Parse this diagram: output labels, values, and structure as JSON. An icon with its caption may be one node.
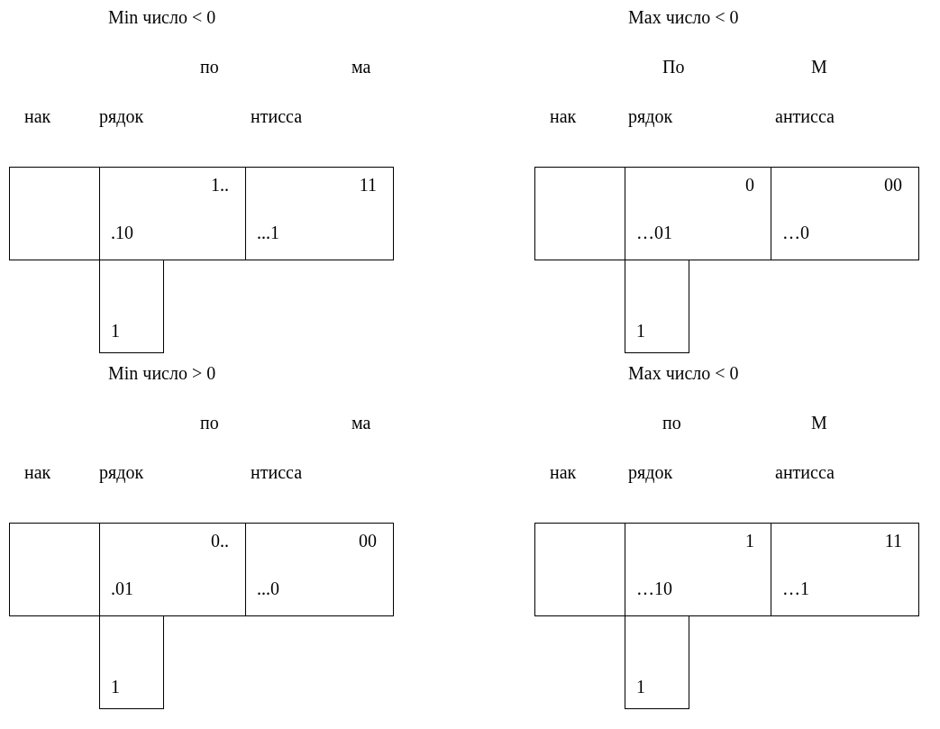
{
  "diagram": {
    "nodes": [
      {
        "text": [],
        "shape": "box"
      },
      {
        "text": [
          "1..",
          ".10"
        ]
      },
      {
        "text": [
          "11",
          "...1"
        ]
      },
      {
        "text": [
          "1"
        ]
      },
      {
        "text": [],
        "shape": "box"
      },
      {
        "text": [
          "0",
          "…01"
        ]
      },
      {
        "text": [
          "00",
          "…0"
        ]
      },
      {
        "text": [
          "1"
        ]
      },
      {
        "text": [],
        "shape": "box"
      },
      {
        "text": [
          "0..",
          ".01"
        ]
      },
      {
        "text": [
          "00",
          "...0"
        ]
      },
      {
        "text": [
          "1"
        ]
      },
      {
        "text": [],
        "shape": "box"
      },
      {
        "text": [
          "1",
          "…10"
        ]
      },
      {
        "text": [
          "11",
          "…1"
        ]
      },
      {
        "text": [
          "1"
        ]
      }
    ],
    "edges": [],
    "labels": [
      "Min число < 0",
      "Max число < 0",
      "по",
      "ма",
      "По",
      "М",
      "нак",
      "рядок",
      "нтисса",
      "нак",
      "рядок",
      "антисса",
      "Min число > 0",
      "Max число < 0",
      "по",
      "ма",
      "по",
      "М",
      "нак",
      "рядок",
      "нтисса",
      "нак",
      "рядок",
      "антисса"
    ]
  }
}
